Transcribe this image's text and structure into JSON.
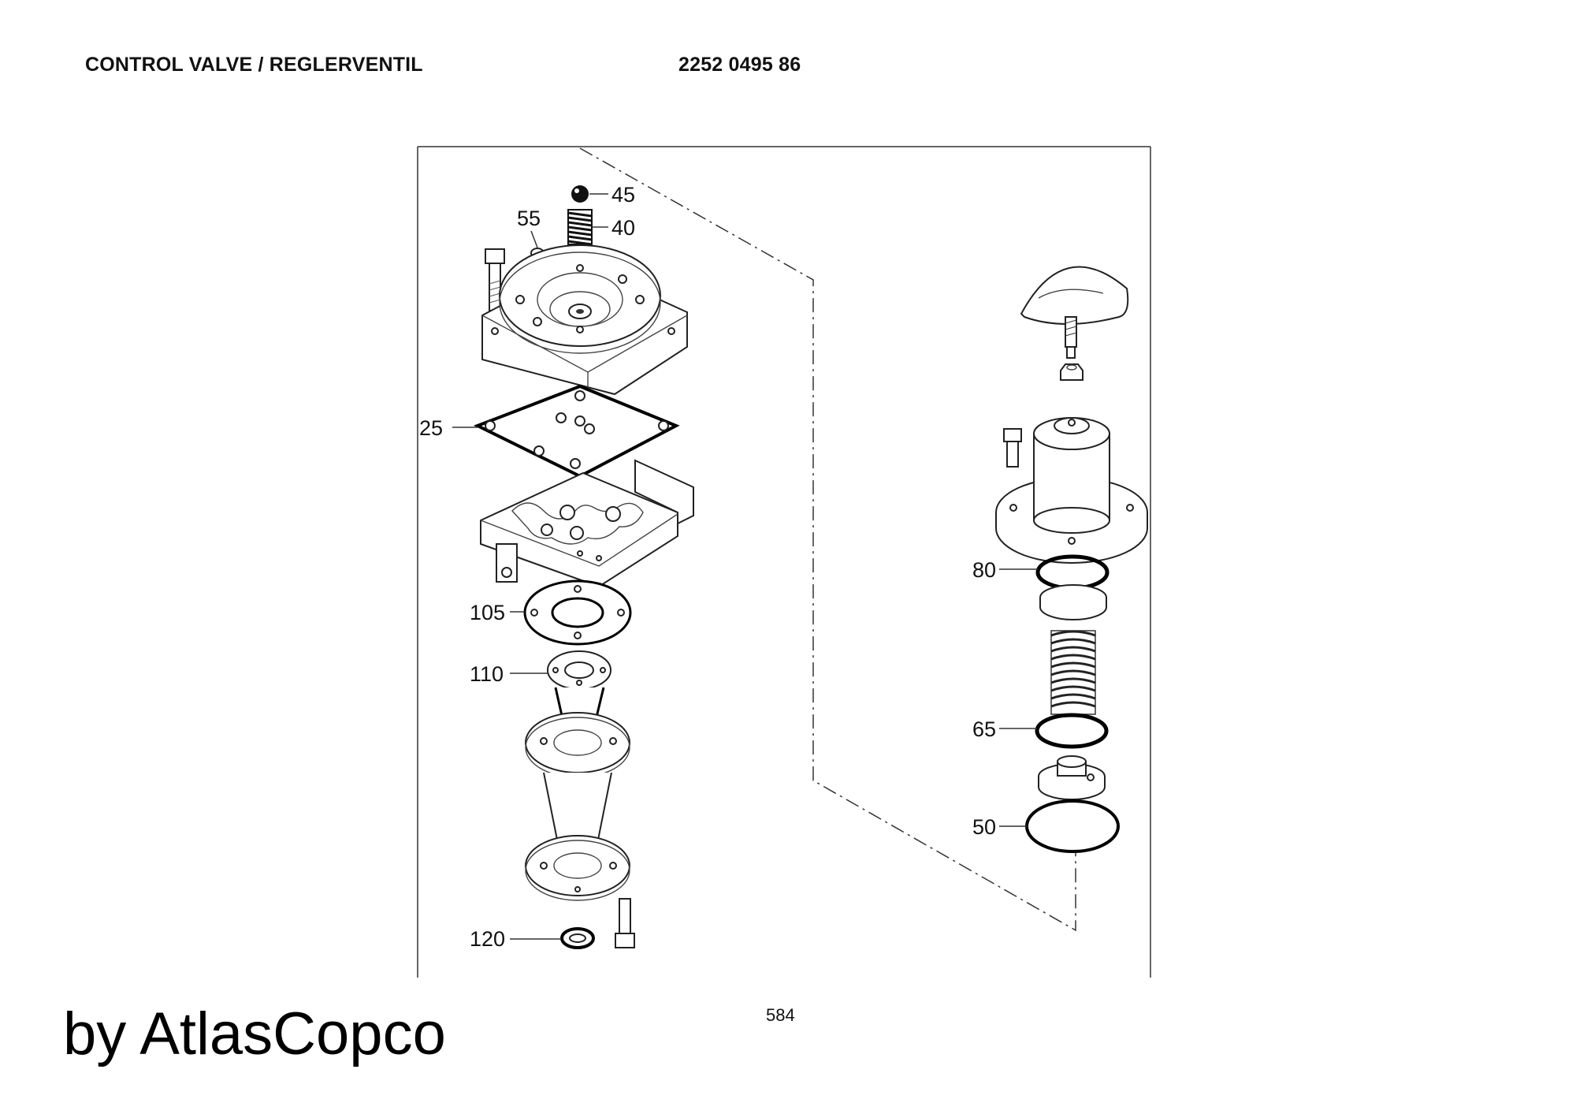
{
  "header": {
    "title": "CONTROL VALVE / REGLERVENTIL",
    "part_number": "2252 0495 86"
  },
  "callouts": [
    {
      "id": "c45",
      "label": "45"
    },
    {
      "id": "c40",
      "label": "40"
    },
    {
      "id": "c55",
      "label": "55"
    },
    {
      "id": "c25",
      "label": "25"
    },
    {
      "id": "c105",
      "label": "105"
    },
    {
      "id": "c110",
      "label": "110"
    },
    {
      "id": "c120",
      "label": "120"
    },
    {
      "id": "c80",
      "label": "80"
    },
    {
      "id": "c65",
      "label": "65"
    },
    {
      "id": "c50",
      "label": "50"
    }
  ],
  "footer": {
    "page_number": "584",
    "brand": "by AtlasCopco"
  }
}
